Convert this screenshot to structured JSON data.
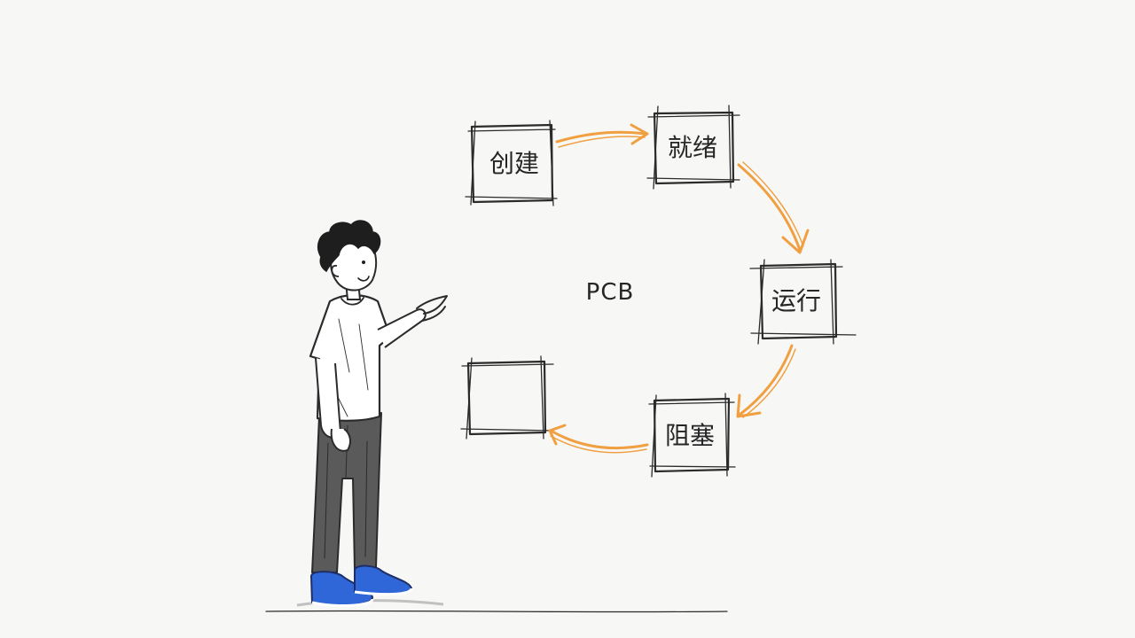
{
  "diagram": {
    "center_label": "PCB",
    "states": [
      {
        "id": "create",
        "label": "创建"
      },
      {
        "id": "ready",
        "label": "就绪"
      },
      {
        "id": "running",
        "label": "运行"
      },
      {
        "id": "blocked",
        "label": "阻塞"
      },
      {
        "id": "empty",
        "label": ""
      }
    ],
    "transitions": [
      {
        "from": "create",
        "to": "ready"
      },
      {
        "from": "ready",
        "to": "running"
      },
      {
        "from": "running",
        "to": "blocked"
      },
      {
        "from": "blocked",
        "to": "empty"
      }
    ],
    "colors": {
      "arrow": "#f0a040",
      "ink": "#2b2b2b",
      "shirt": "#ffffff",
      "pants": "#5a5a5a",
      "shoes": "#2f66d8",
      "paper": "#f7f7f6"
    }
  }
}
